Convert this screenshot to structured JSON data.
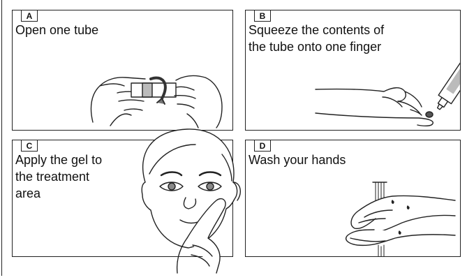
{
  "panels": [
    {
      "label": "A",
      "caption": "Open one tube"
    },
    {
      "label": "B",
      "caption": "Squeeze the contents of\nthe tube onto one finger"
    },
    {
      "label": "C",
      "caption": "Apply the gel to\nthe treatment\narea"
    },
    {
      "label": "D",
      "caption": "Wash your hands"
    }
  ]
}
